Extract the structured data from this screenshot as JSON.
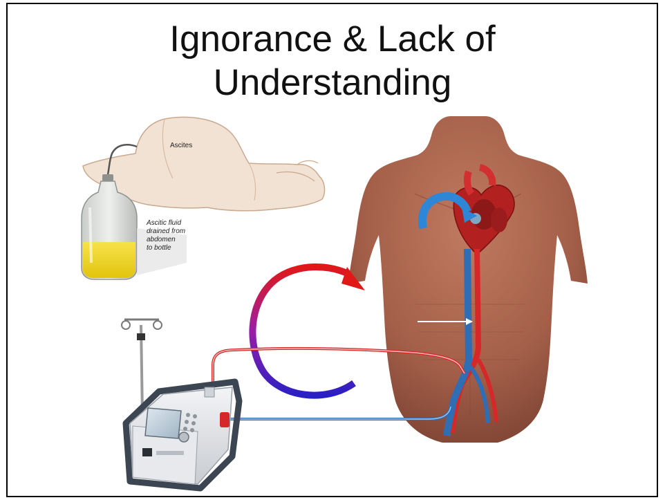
{
  "title": {
    "line1": "Ignorance & Lack of",
    "line2": "Understanding"
  },
  "paracentesis_figure": {
    "label": "Ascites",
    "caption_lines": [
      "Ascitic fluid",
      "drained from",
      "abdomen",
      "to bottle"
    ]
  },
  "colors": {
    "arterial": "#d62828",
    "venous": "#2f6db5",
    "skin": "#a8614a",
    "ascitic_fluid": "#f2d51c",
    "arrow_gradient_start": "#e01818",
    "arrow_gradient_end": "#2a1fc4",
    "curved_arrow_blue": "#2e86d6"
  }
}
